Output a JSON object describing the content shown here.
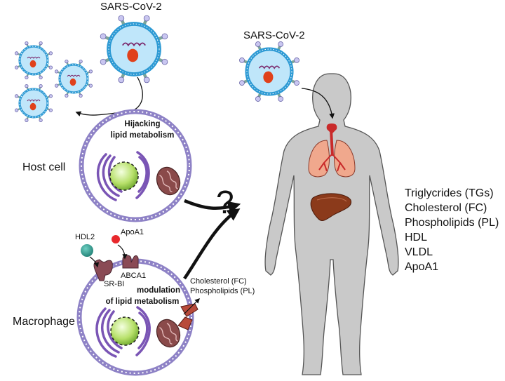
{
  "virus_left_label": "SARS-CoV-2",
  "virus_right_label": "SARS-CoV-2",
  "host_cell": {
    "process_line1": "Hijacking",
    "process_line2": "lipid metabolism",
    "label": "Host cell"
  },
  "macrophage": {
    "label": "Macrophage",
    "hdl_label": "HDL2",
    "apoa1_label": "ApoA1",
    "abca1_label": "ABCA1",
    "srbi_label": "SR-BI",
    "process_line1": "modulation",
    "process_line2": "of lipid metabolism",
    "efflux_line1": "Cholesterol (FC)",
    "efflux_line2": "Phospholipids (PL)"
  },
  "question_mark": "?",
  "lipid_list": [
    "Triglycrides (TGs)",
    "Cholesterol (FC)",
    "Phospholipids (PL)",
    "HDL",
    "VLDL",
    "ApoA1"
  ],
  "colors": {
    "membrane": "#8e82c6",
    "virus_shell": "#2d9ad4",
    "virus_core": "#bfe6fa",
    "rna": "#7b2a6d",
    "nucleocapsid": "#e0411b",
    "spike": "#7da59a",
    "body": "#c9c9c9",
    "lung": "#f0a88d",
    "heart": "#c92a2a",
    "liver": "#8b3a1b",
    "golgi": "#7a55b5",
    "nucleus": "#b7e06a",
    "mito": "#8a4a4a",
    "hdl": "#2a9d8f",
    "apoa1": "#e8282c",
    "receptor": "#8a4a55"
  }
}
